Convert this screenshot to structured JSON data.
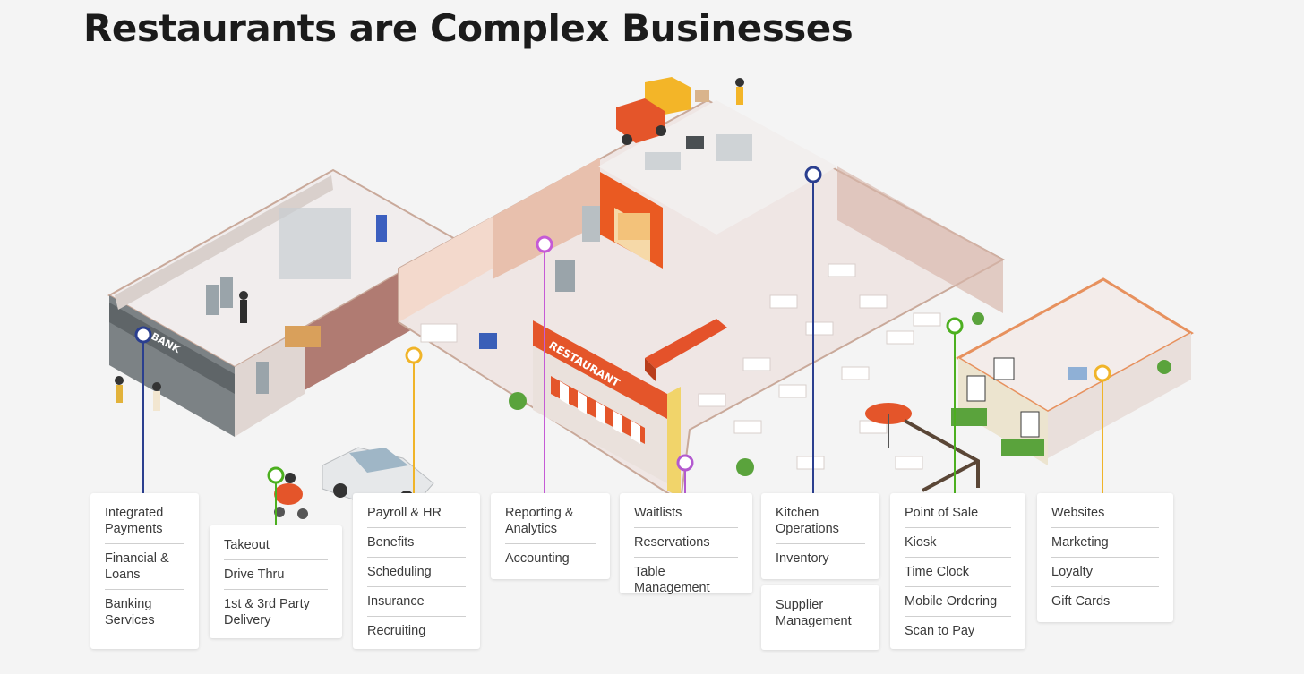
{
  "title": "Restaurants are Complex Businesses",
  "brand": {
    "accent": "#e8582a",
    "bank_sign": "BANK",
    "restaurant_sign": "RESTAURANT"
  },
  "colors": {
    "banking": "#2b3f8f",
    "takeout": "#4caf1f",
    "payroll": "#f0b429",
    "reporting": "#c55bd6",
    "waitlists": "#b35ad0",
    "kitchen": "#2b3f8f",
    "pos": "#4caf1f",
    "websites": "#f0b429"
  },
  "cards": {
    "banking": [
      "Integrated Payments",
      "Financial & Loans",
      "Banking Services"
    ],
    "takeout": [
      "Takeout",
      "Drive Thru",
      "1st & 3rd Party Delivery"
    ],
    "payroll": [
      "Payroll & HR",
      "Benefits",
      "Scheduling",
      "Insurance",
      "Recruiting"
    ],
    "reporting": [
      "Reporting & Analytics",
      "Accounting"
    ],
    "waitlists": [
      "Waitlists",
      "Reservations",
      "Table Management"
    ],
    "kitchen": [
      "Kitchen Operations",
      "Inventory"
    ],
    "supplier": [
      "Supplier Management"
    ],
    "pos": [
      "Point of Sale",
      "Kiosk",
      "Time Clock",
      "Mobile Ordering",
      "Scan to Pay"
    ],
    "websites": [
      "Websites",
      "Marketing",
      "Loyalty",
      "Gift Cards"
    ]
  }
}
